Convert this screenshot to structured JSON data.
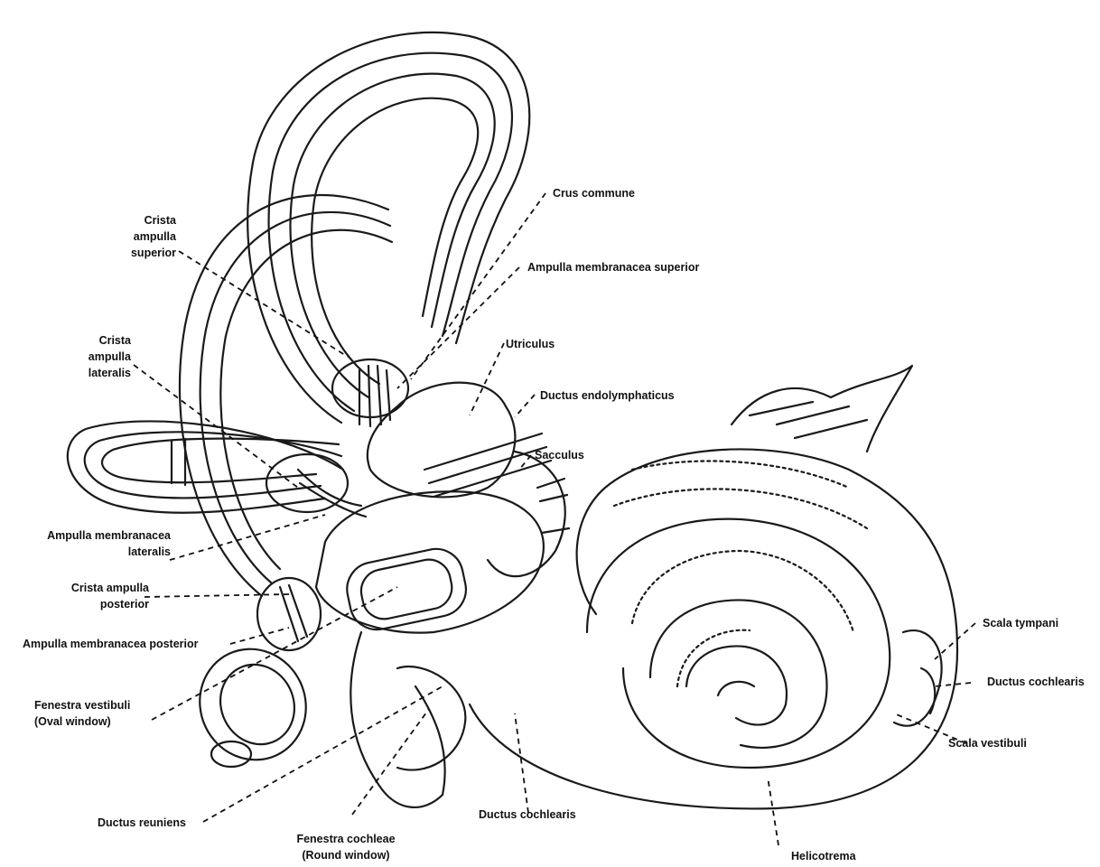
{
  "labels": {
    "crus_commune": "Crus commune",
    "crista_ampulla_superior": [
      "Crista",
      "ampulla",
      "superior"
    ],
    "ampulla_membranacea_superior": "Ampulla membranacea superior",
    "crista_ampulla_lateralis": [
      "Crista",
      "ampulla",
      "lateralis"
    ],
    "utriculus": "Utriculus",
    "ductus_endolymphaticus": "Ductus endolymphaticus",
    "sacculus": "Sacculus",
    "ampulla_membranacea_lateralis": [
      "Ampulla membranacea",
      "lateralis"
    ],
    "crista_ampulla_posterior": [
      "Crista ampulla",
      "posterior"
    ],
    "ampulla_membranacea_posterior": "Ampulla membranacea posterior",
    "fenestra_vestibuli": [
      "Fenestra vestibuli",
      "(Oval window)"
    ],
    "ductus_reuniens": "Ductus reuniens",
    "fenestra_cochleae": [
      "Fenestra cochleae",
      "(Round window)"
    ],
    "ductus_cochlearis_bottom": "Ductus cochlearis",
    "helicotrema": "Helicotrema",
    "scala_tympani": "Scala tympani",
    "ductus_cochlearis_right": "Ductus cochlearis",
    "scala_vestibuli": "Scala vestibuli"
  }
}
